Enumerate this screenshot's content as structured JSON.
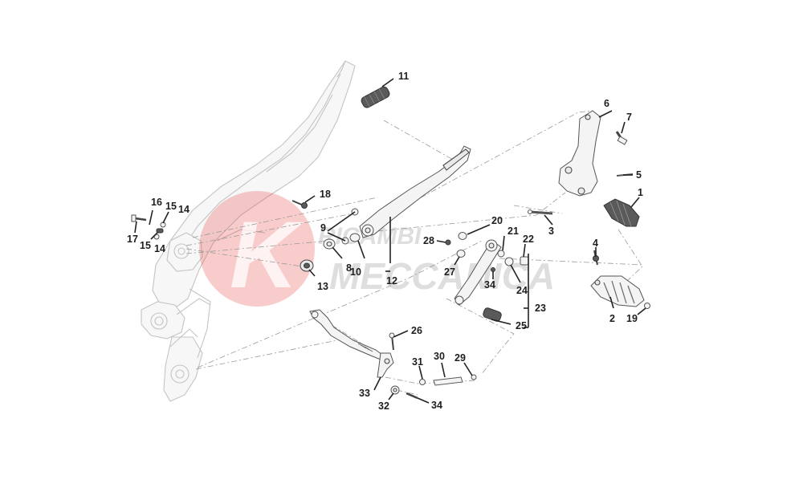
{
  "watermark": {
    "line1": "RICAMBI",
    "line2": "MECCANICA",
    "logo_letter": "K",
    "logo_color": "#e84848"
  },
  "callouts": [
    {
      "id": "c1",
      "text": "1"
    },
    {
      "id": "c2",
      "text": "2"
    },
    {
      "id": "c3",
      "text": "3"
    },
    {
      "id": "c4",
      "text": "4"
    },
    {
      "id": "c5",
      "text": "5"
    },
    {
      "id": "c6",
      "text": "6"
    },
    {
      "id": "c7",
      "text": "7"
    },
    {
      "id": "c8",
      "text": "8"
    },
    {
      "id": "c9",
      "text": "9"
    },
    {
      "id": "c10",
      "text": "10"
    },
    {
      "id": "c11",
      "text": "11"
    },
    {
      "id": "c12",
      "text": "12"
    },
    {
      "id": "c13",
      "text": "13"
    },
    {
      "id": "c14a",
      "text": "14"
    },
    {
      "id": "c14b",
      "text": "14"
    },
    {
      "id": "c15a",
      "text": "15"
    },
    {
      "id": "c15b",
      "text": "15"
    },
    {
      "id": "c16",
      "text": "16"
    },
    {
      "id": "c17",
      "text": "17"
    },
    {
      "id": "c18",
      "text": "18"
    },
    {
      "id": "c19",
      "text": "19"
    },
    {
      "id": "c20",
      "text": "20"
    },
    {
      "id": "c21",
      "text": "21"
    },
    {
      "id": "c22",
      "text": "22"
    },
    {
      "id": "c23",
      "text": "23"
    },
    {
      "id": "c24",
      "text": "24"
    },
    {
      "id": "c25",
      "text": "25"
    },
    {
      "id": "c26",
      "text": "26"
    },
    {
      "id": "c27",
      "text": "27"
    },
    {
      "id": "c28",
      "text": "28"
    },
    {
      "id": "c29",
      "text": "29"
    },
    {
      "id": "c30",
      "text": "30"
    },
    {
      "id": "c31",
      "text": "31"
    },
    {
      "id": "c32",
      "text": "32"
    },
    {
      "id": "c33",
      "text": "33"
    },
    {
      "id": "c34a",
      "text": "34"
    },
    {
      "id": "c34b",
      "text": "34"
    }
  ]
}
